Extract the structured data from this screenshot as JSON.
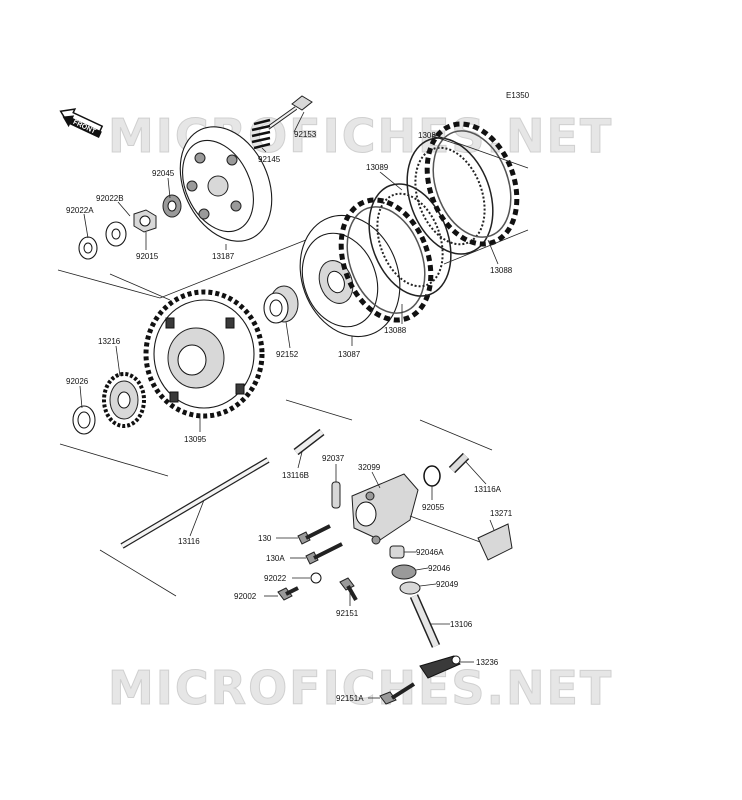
{
  "diagram_code": "E1350",
  "front_label": "FRONT",
  "watermark": "MICROFICHES.NET",
  "parts": {
    "p92153": "92153",
    "p13089a": "13089",
    "p13089b": "13089",
    "p92145": "92145",
    "p92045": "92045",
    "p92022b": "92022B",
    "p92022a": "92022A",
    "p92015": "92015",
    "p13187": "13187",
    "p13088a": "13088",
    "p13088b": "13088",
    "p92152": "92152",
    "p13087": "13087",
    "p13216": "13216",
    "p92026": "92026",
    "p13095": "13095",
    "p13116b": "13116B",
    "p92037": "92037",
    "p32099": "32099",
    "p92055": "92055",
    "p13116a": "13116A",
    "p13271": "13271",
    "p13116": "13116",
    "p130": "130",
    "p130a": "130A",
    "p92046a": "92046A",
    "p92046": "92046",
    "p92049": "92049",
    "p92022": "92022",
    "p92002": "92002",
    "p92151": "92151",
    "p13106": "13106",
    "p13236": "13236",
    "p92151a": "92151A"
  }
}
